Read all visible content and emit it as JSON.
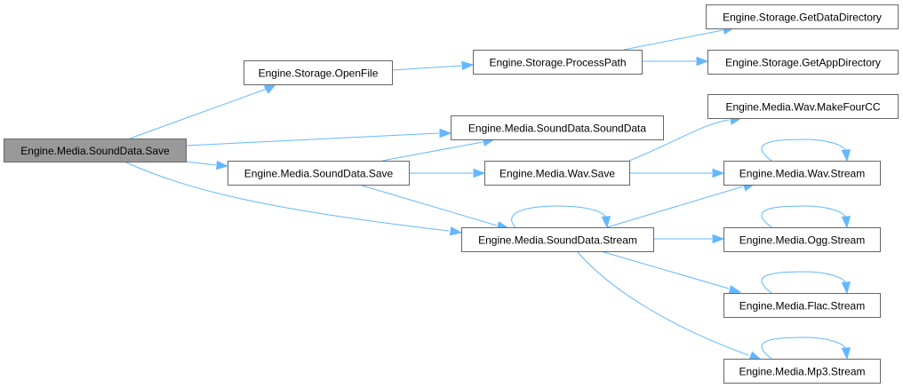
{
  "diagram": {
    "type": "call-graph",
    "colors": {
      "edge": "#63b8ff",
      "root_fill": "#999999",
      "node_fill": "#ffffff",
      "node_border": "#666666"
    },
    "nodes": [
      {
        "id": "root",
        "label": "Engine.Media.SoundData.Save",
        "root": true
      },
      {
        "id": "openfile",
        "label": "Engine.Storage.OpenFile"
      },
      {
        "id": "processpath",
        "label": "Engine.Storage.ProcessPath"
      },
      {
        "id": "getdatadir",
        "label": "Engine.Storage.GetDataDirectory"
      },
      {
        "id": "getappdir",
        "label": "Engine.Storage.GetAppDirectory"
      },
      {
        "id": "sounddata",
        "label": "Engine.Media.SoundData.SoundData"
      },
      {
        "id": "save2",
        "label": "Engine.Media.SoundData.Save"
      },
      {
        "id": "wavsave",
        "label": "Engine.Media.Wav.Save"
      },
      {
        "id": "makefourcc",
        "label": "Engine.Media.Wav.MakeFourCC"
      },
      {
        "id": "wavstream",
        "label": "Engine.Media.Wav.Stream"
      },
      {
        "id": "sdstream",
        "label": "Engine.Media.SoundData.Stream"
      },
      {
        "id": "oggstream",
        "label": "Engine.Media.Ogg.Stream"
      },
      {
        "id": "flacstream",
        "label": "Engine.Media.Flac.Stream"
      },
      {
        "id": "mp3stream",
        "label": "Engine.Media.Mp3.Stream"
      }
    ],
    "edges": [
      {
        "from": "root",
        "to": "openfile"
      },
      {
        "from": "root",
        "to": "sounddata"
      },
      {
        "from": "root",
        "to": "save2"
      },
      {
        "from": "root",
        "to": "sdstream"
      },
      {
        "from": "openfile",
        "to": "processpath"
      },
      {
        "from": "processpath",
        "to": "getdatadir"
      },
      {
        "from": "processpath",
        "to": "getappdir"
      },
      {
        "from": "save2",
        "to": "sounddata"
      },
      {
        "from": "save2",
        "to": "wavsave"
      },
      {
        "from": "save2",
        "to": "sdstream"
      },
      {
        "from": "wavsave",
        "to": "makefourcc"
      },
      {
        "from": "wavsave",
        "to": "wavstream"
      },
      {
        "from": "sdstream",
        "to": "sdstream"
      },
      {
        "from": "sdstream",
        "to": "wavstream"
      },
      {
        "from": "sdstream",
        "to": "oggstream"
      },
      {
        "from": "sdstream",
        "to": "flacstream"
      },
      {
        "from": "sdstream",
        "to": "mp3stream"
      },
      {
        "from": "wavstream",
        "to": "wavstream"
      },
      {
        "from": "oggstream",
        "to": "oggstream"
      },
      {
        "from": "flacstream",
        "to": "flacstream"
      },
      {
        "from": "mp3stream",
        "to": "mp3stream"
      }
    ]
  }
}
